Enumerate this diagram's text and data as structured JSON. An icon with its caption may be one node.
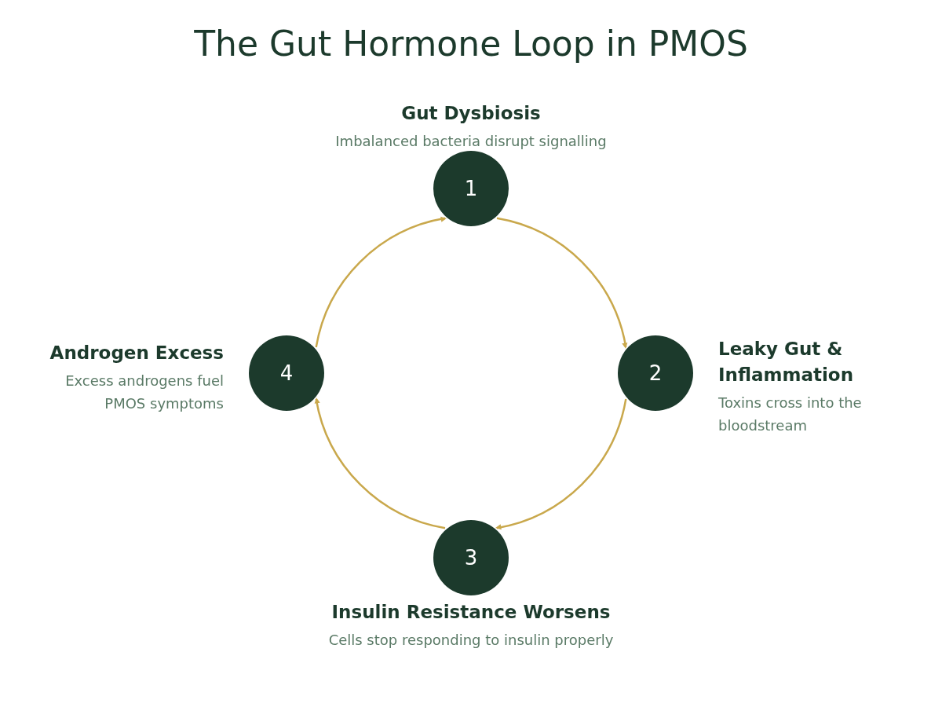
{
  "diagram": {
    "title": "The Gut Hormone Loop in PMOS",
    "nodes": [
      {
        "text": [
          "1"
        ],
        "beside": [
          "Gut Dysbiosis",
          "Imbalanced bacteria disrupt signalling"
        ]
      },
      {
        "text": [
          "2"
        ],
        "beside": [
          "Leaky Gut & Inflammation",
          "Toxins cross into the bloodstream"
        ]
      },
      {
        "text": [
          "3"
        ],
        "beside": [
          "Insulin Resistance Worsens",
          "Cells stop responding to insulin properly"
        ]
      },
      {
        "text": [
          "4"
        ],
        "beside": [
          "Androgen Excess",
          "Excess androgens fuel PMOS symptoms"
        ]
      }
    ],
    "edges": [
      {
        "from": 0,
        "to": 1,
        "arrow": "to"
      },
      {
        "from": 1,
        "to": 2,
        "arrow": "to"
      },
      {
        "from": 2,
        "to": 3,
        "arrow": "to"
      },
      {
        "from": 3,
        "to": 0,
        "arrow": "to"
      }
    ]
  }
}
